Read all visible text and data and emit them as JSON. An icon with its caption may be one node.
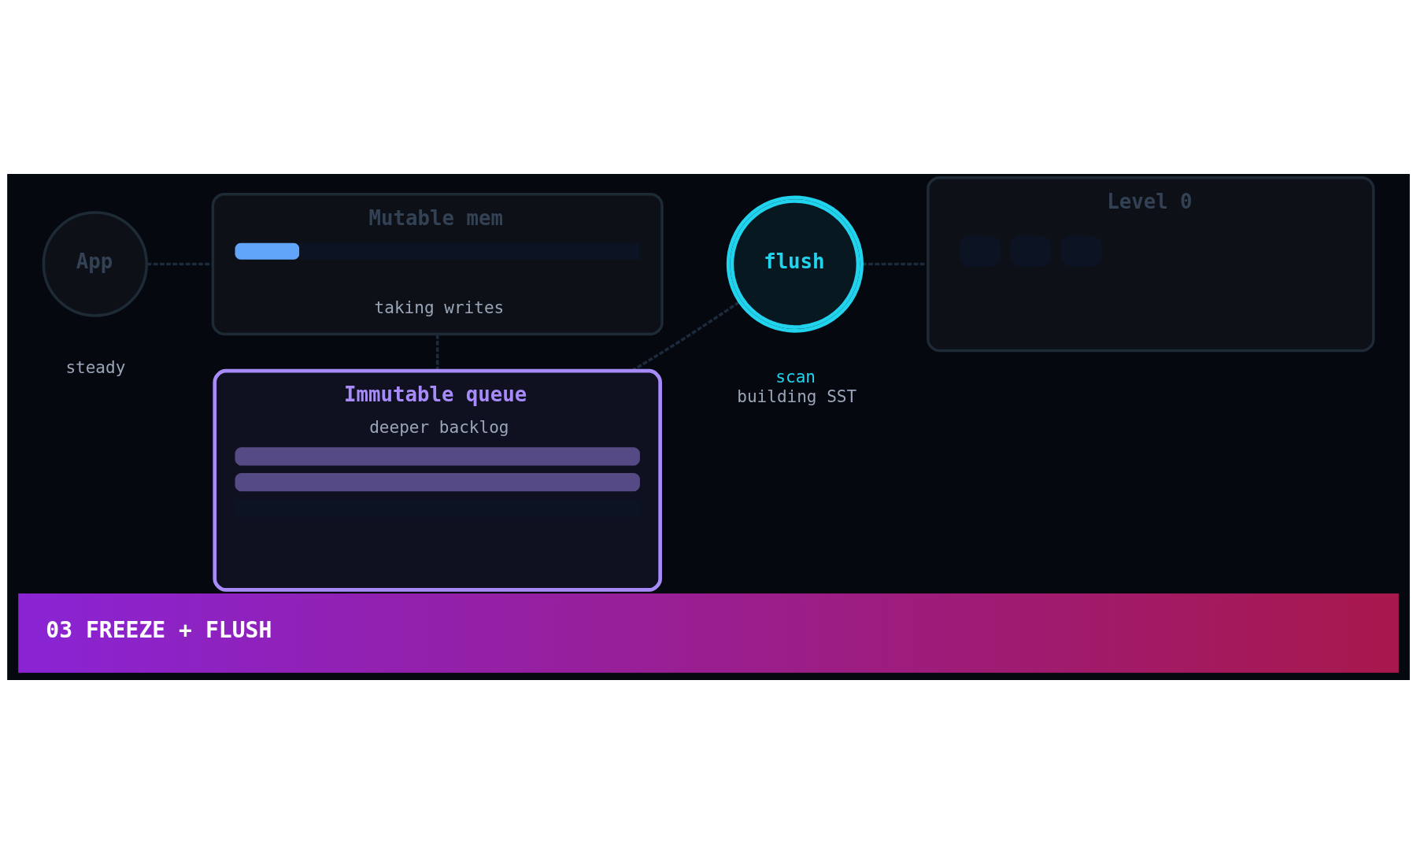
{
  "diagram": {
    "caption": "03 FREEZE + FLUSH",
    "nodes": [
      {
        "text": [
          "App"
        ],
        "beside": [
          "steady"
        ]
      },
      {
        "text": [
          "Mutable mem",
          "taking writes"
        ]
      },
      {
        "text": [
          "Immutable queue",
          "deeper backlog"
        ]
      },
      {
        "text": [
          "flush"
        ],
        "beside": [
          "scan",
          "building SST"
        ]
      },
      {
        "text": [
          "Level 0"
        ]
      }
    ],
    "edges": [
      {
        "from": 0,
        "to": 1,
        "arrow": "none",
        "style": "dashed"
      },
      {
        "from": 1,
        "to": 2,
        "arrow": "none",
        "style": "dashed"
      },
      {
        "from": 2,
        "to": 3,
        "arrow": "none",
        "style": "dashed"
      },
      {
        "from": 3,
        "to": 4,
        "arrow": "none",
        "style": "dashed"
      }
    ]
  }
}
